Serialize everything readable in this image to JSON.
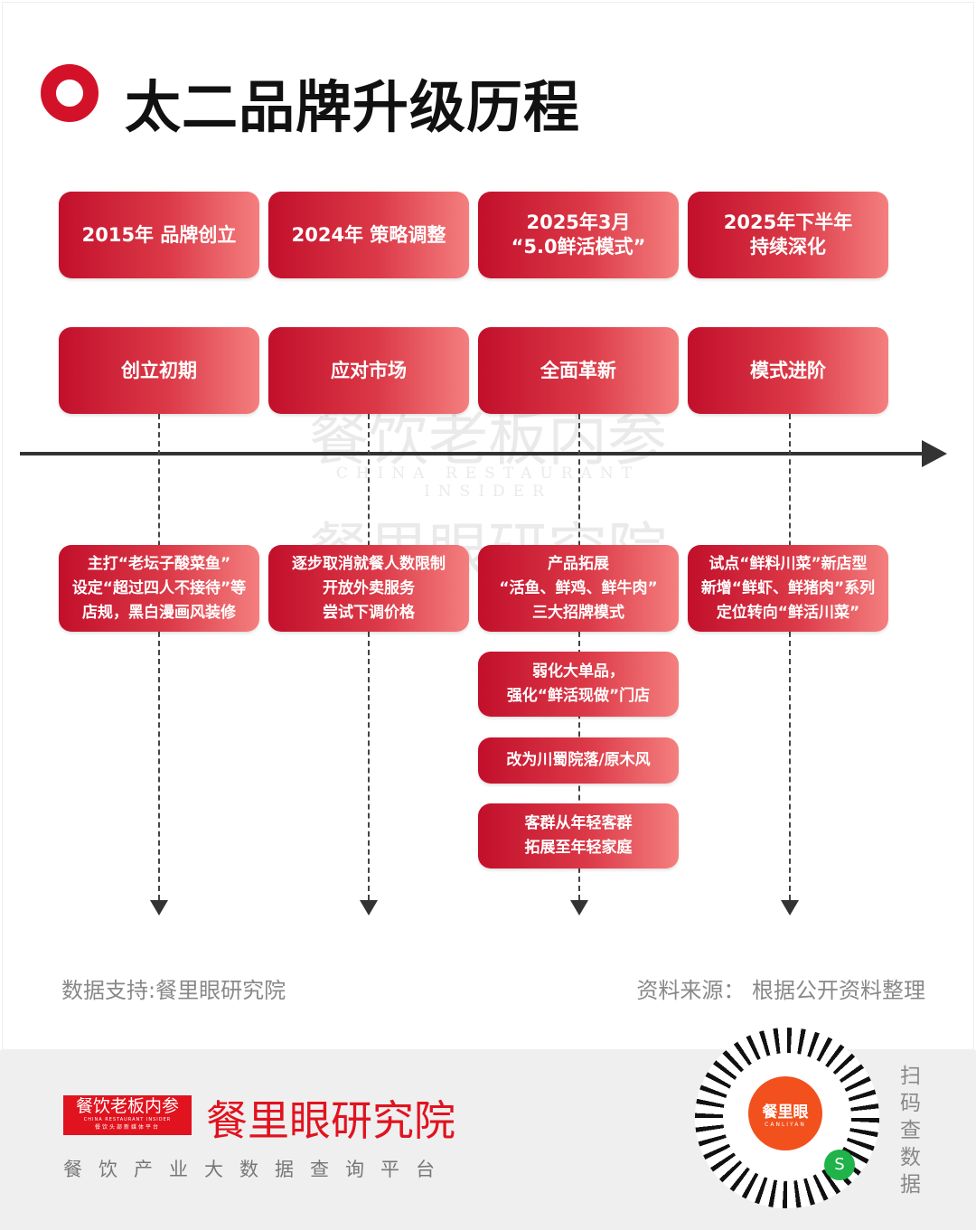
{
  "title": "太二品牌升级历程",
  "phases": [
    {
      "date": "2015年  品牌创立",
      "stage": "创立初期"
    },
    {
      "date": "2024年  策略调整",
      "stage": "应对市场"
    },
    {
      "date_line1": "2025年3月",
      "date_line2": "“5.0鲜活模式”",
      "stage": "全面革新"
    },
    {
      "date_line1": "2025年下半年",
      "date_line2": "持续深化",
      "stage": "模式进阶"
    }
  ],
  "details": [
    [
      "主打“老坛子酸菜鱼”",
      "设定“超过四人不接待”等",
      "店规，黑白漫画风装修"
    ],
    [
      "逐步取消就餐人数限制",
      "开放外卖服务",
      "尝试下调价格"
    ],
    [
      "产品拓展",
      "“活鱼、鲜鸡、鲜牛肉”",
      "三大招牌模式"
    ],
    [
      "试点“鲜料川菜”新店型",
      "新增“鲜虾、鲜猪肉”系列",
      "定位转向“鲜活川菜”"
    ]
  ],
  "extra": [
    [
      "弱化大单品，",
      "强化“鲜活现做”门店"
    ],
    [
      "改为川蜀院落/原木风"
    ],
    [
      "客群从年轻客群",
      "拓展至年轻家庭"
    ]
  ],
  "watermark": {
    "cn": "餐饮老板内参",
    "en": "CHINA RESTAURANT INSIDER",
    "cn2": "餐里眼研究院"
  },
  "source_left": "数据支持:餐里眼研究院",
  "source_right": "资料来源：  根据公开资料整理",
  "footer": {
    "logo_cn": "餐饮老板内参",
    "logo_en": "CHINA RESTAURANT INSIDER",
    "logo_sub": "餐饮头部新媒体平台",
    "brand": "餐里眼研究院",
    "tagline": "餐饮产业大数据查询平台",
    "qr_cn": "餐里眼",
    "qr_en": "CANLIYAN",
    "scan": "扫码查数据"
  },
  "colors": {
    "accent": "#d3122a",
    "gradient_start": "#c20f2b",
    "gradient_end": "#f47f7e"
  }
}
